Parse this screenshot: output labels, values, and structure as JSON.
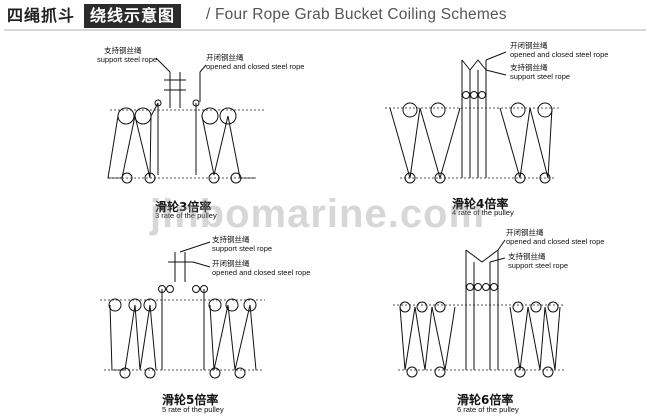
{
  "header": {
    "title_cn_left": "四绳抓斗",
    "title_cn_right": "绕线示意图",
    "title_en": "/ Four Rope   Grab Bucket Coiling Schemes"
  },
  "watermark": "jinbomarine.com",
  "diagrams": [
    {
      "caption_cn": "滑轮3倍率",
      "caption_en": "3 rate of the pulley",
      "label_a_cn": "支持钢丝绳",
      "label_a_en": "support steel rope",
      "label_b_cn": "开闭钢丝绳",
      "label_b_en": "opened and closed steel rope"
    },
    {
      "caption_cn": "滑轮4倍率",
      "caption_en": "4 rate of the pulley",
      "label_a_cn": "开闭钢丝绳",
      "label_a_en": "opened and closed steel rope",
      "label_b_cn": "支持钢丝绳",
      "label_b_en": "support steel rope"
    },
    {
      "caption_cn": "滑轮5倍率",
      "caption_en": "5 rate of the pulley",
      "label_a_cn": "支持钢丝绳",
      "label_a_en": "support steel rope",
      "label_b_cn": "开闭钢丝绳",
      "label_b_en": "opened and closed steel rope"
    },
    {
      "caption_cn": "滑轮6倍率",
      "caption_en": "6 rate of the pulley",
      "label_a_cn": "开闭钢丝绳",
      "label_a_en": "opened and closed steel rope",
      "label_b_cn": "支持钢丝绳",
      "label_b_en": "support steel rope"
    }
  ]
}
